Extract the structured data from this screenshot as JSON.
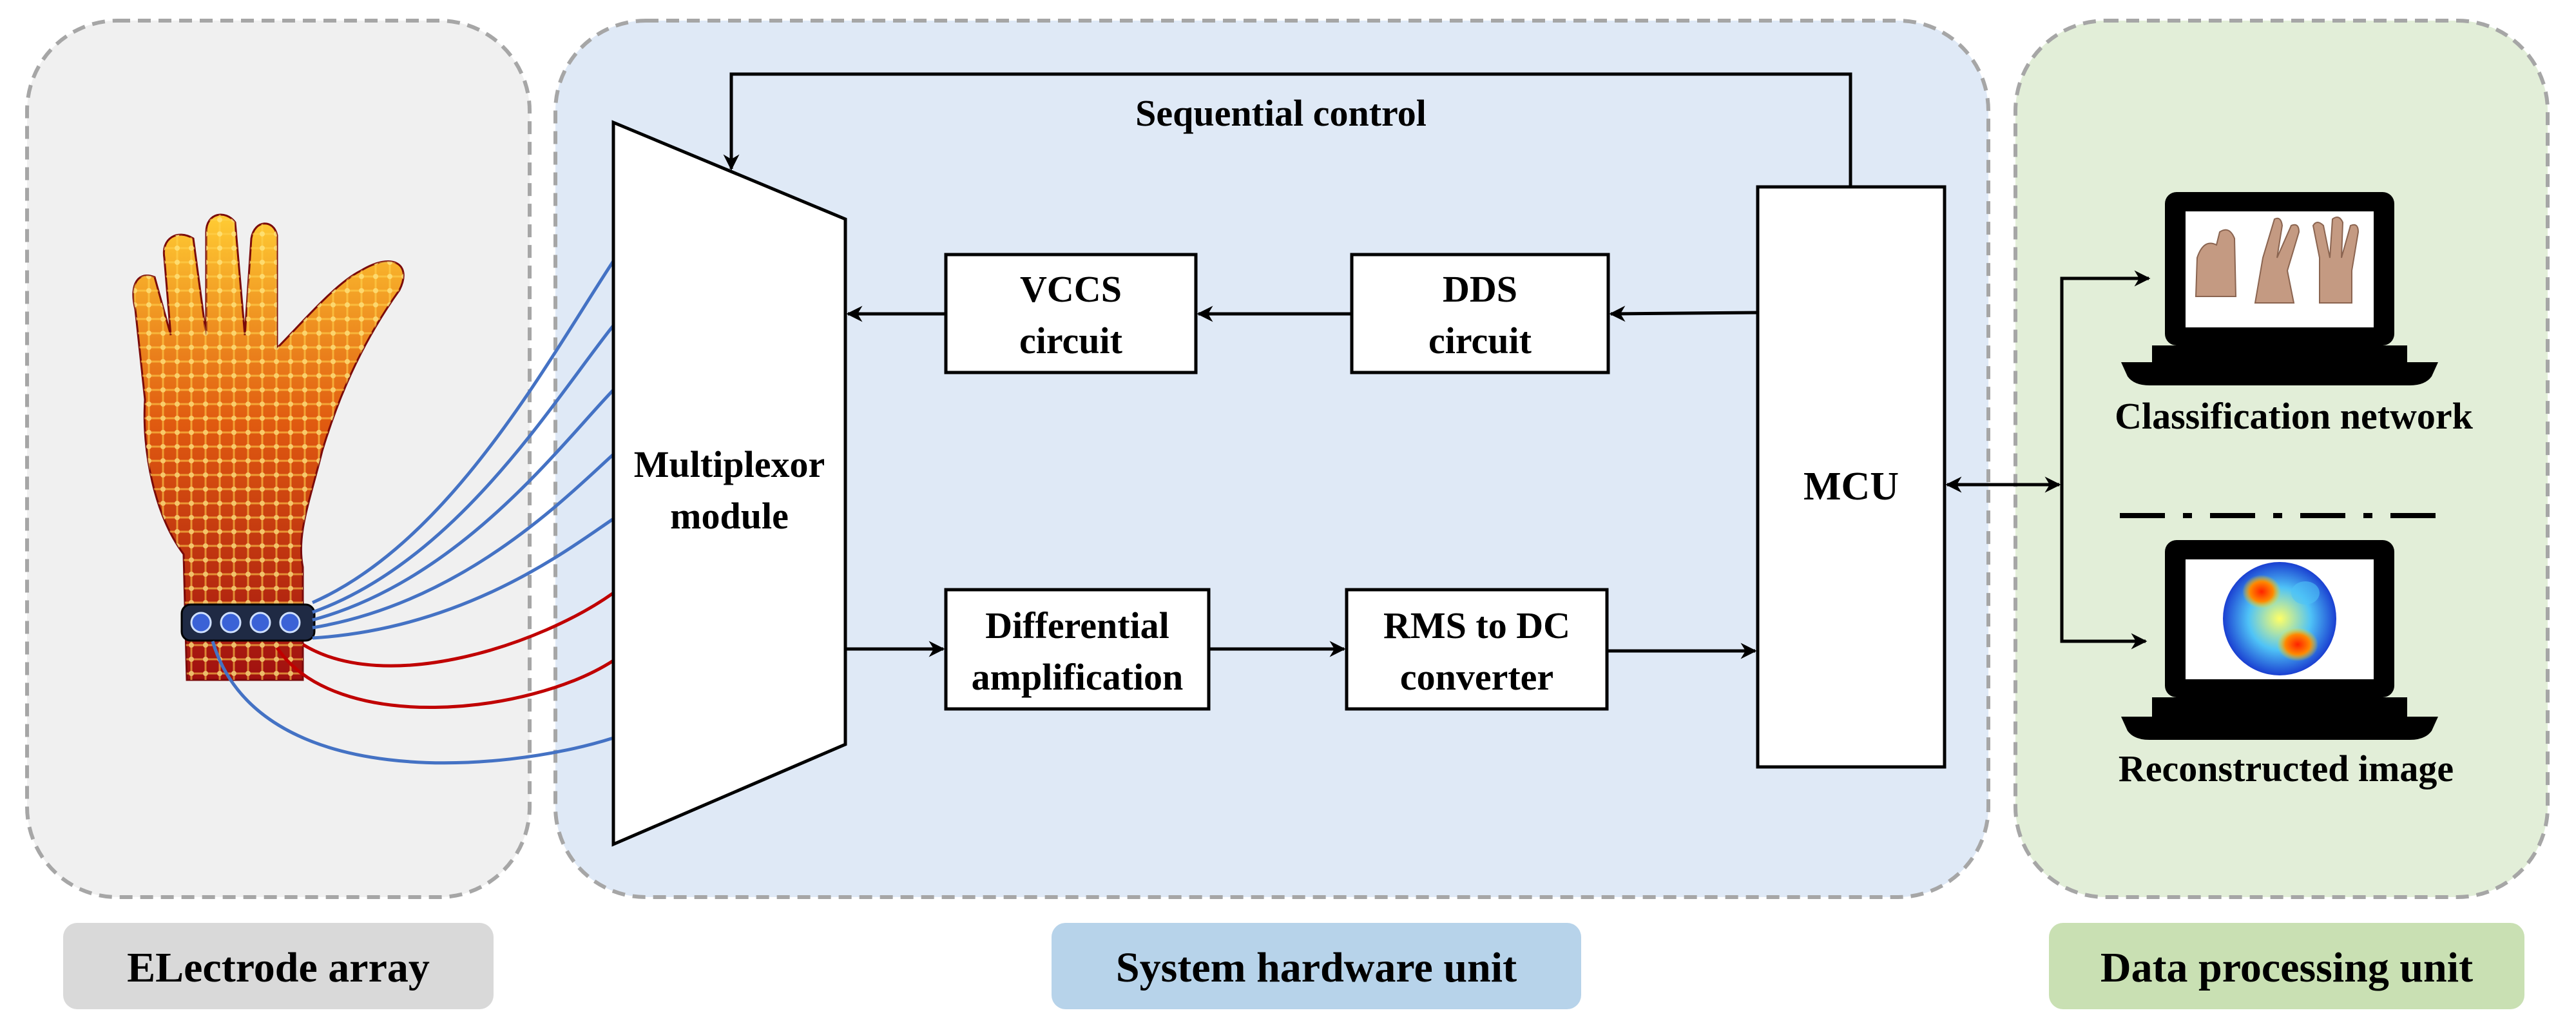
{
  "panels": {
    "electrode": {
      "caption": "ELectrode array",
      "caption_color": "#d9d9d9",
      "panel_color": "#f0f0f0"
    },
    "hardware": {
      "caption": "System hardware unit",
      "caption_color": "#b7d3ea",
      "panel_color": "#dfe9f6"
    },
    "processing": {
      "caption": "Data processing unit",
      "caption_color": "#c9e0b3",
      "panel_color": "#e2eed8"
    }
  },
  "blocks": {
    "sequential_control": "Sequential control",
    "multiplexor": [
      "Multiplexor",
      "module"
    ],
    "vccs": [
      "VCCS",
      "circuit"
    ],
    "dds": [
      "DDS",
      "circuit"
    ],
    "differential": [
      "Differential",
      "amplification"
    ],
    "rms": [
      "RMS to DC",
      "converter"
    ],
    "mcu": "MCU"
  },
  "outputs": {
    "classification": "Classification network",
    "reconstructed": "Reconstructed image"
  },
  "colors": {
    "wire_blue": "#4472c4",
    "wire_red": "#c00000",
    "dash_border": "#a6a6a6"
  }
}
